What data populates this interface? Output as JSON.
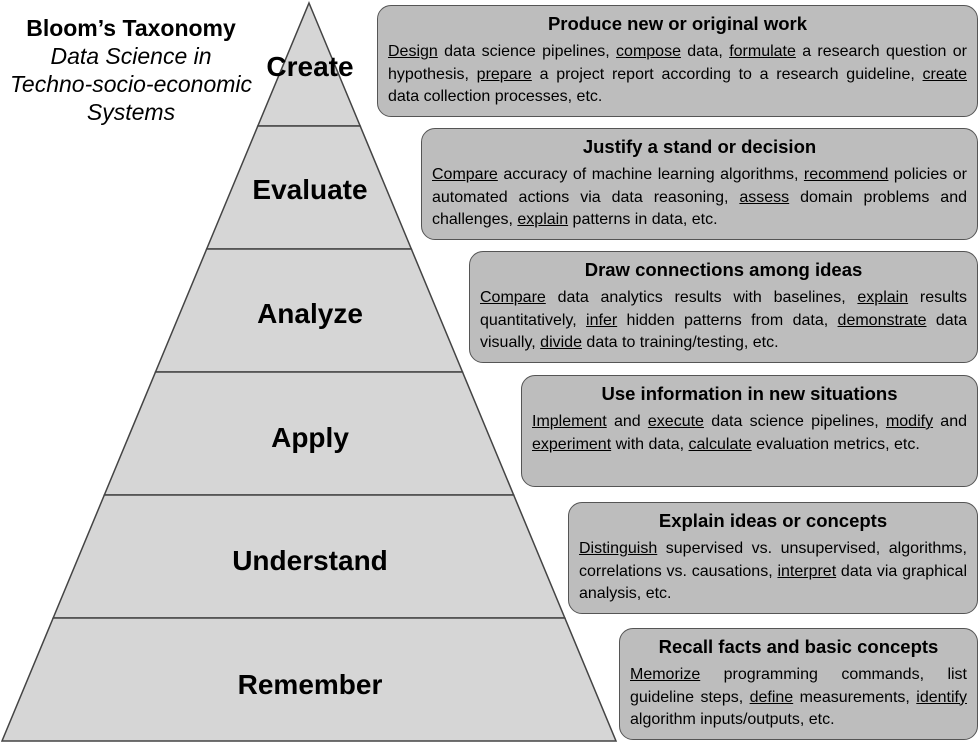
{
  "title": {
    "main": "Bloom’s Taxonomy",
    "sub": [
      "Data Science in",
      "Techno-socio-economic",
      "Systems"
    ]
  },
  "colors": {
    "pyramid_fill": "#d6d6d6",
    "pyramid_stroke": "#444444",
    "box_fill": "#bdbdbd"
  },
  "levels": [
    {
      "label": "Create",
      "heading": "Produce new or original work",
      "body": [
        {
          "t": "Design",
          "u": true
        },
        {
          "t": " data science pipelines, "
        },
        {
          "t": "compose",
          "u": true
        },
        {
          "t": " data, "
        },
        {
          "t": "formulate",
          "u": true
        },
        {
          "t": " a research question or hypothesis, "
        },
        {
          "t": "prepare",
          "u": true
        },
        {
          "t": " a project report according to a research guideline, "
        },
        {
          "t": "create",
          "u": true
        },
        {
          "t": " data collection processes, etc."
        }
      ]
    },
    {
      "label": "Evaluate",
      "heading": "Justify a stand or decision",
      "body": [
        {
          "t": "Compare",
          "u": true
        },
        {
          "t": " accuracy of machine learning algorithms, "
        },
        {
          "t": "recommend",
          "u": true
        },
        {
          "t": " policies or automated actions via data reasoning, "
        },
        {
          "t": "assess",
          "u": true
        },
        {
          "t": " domain problems and challenges, "
        },
        {
          "t": "explain",
          "u": true
        },
        {
          "t": " patterns in data, etc."
        }
      ]
    },
    {
      "label": "Analyze",
      "heading": "Draw connections among ideas",
      "body": [
        {
          "t": "Compare",
          "u": true
        },
        {
          "t": " data analytics results with baselines, "
        },
        {
          "t": "explain",
          "u": true
        },
        {
          "t": " results quantitatively, "
        },
        {
          "t": "infer",
          "u": true
        },
        {
          "t": " hidden patterns from data, "
        },
        {
          "t": "demonstrate",
          "u": true
        },
        {
          "t": " data visually, "
        },
        {
          "t": "divide",
          "u": true
        },
        {
          "t": " data to training/testing, etc."
        }
      ]
    },
    {
      "label": "Apply",
      "heading": "Use information in new situations",
      "body": [
        {
          "t": "Implement",
          "u": true
        },
        {
          "t": " and "
        },
        {
          "t": "execute",
          "u": true
        },
        {
          "t": " data science pipelines, "
        },
        {
          "t": "modify",
          "u": true
        },
        {
          "t": " and "
        },
        {
          "t": "experiment",
          "u": true
        },
        {
          "t": " with data, "
        },
        {
          "t": "calculate",
          "u": true
        },
        {
          "t": " evaluation metrics, etc."
        }
      ]
    },
    {
      "label": "Understand",
      "heading": "Explain ideas or concepts",
      "body": [
        {
          "t": "Distinguish",
          "u": true
        },
        {
          "t": " supervised vs. unsupervised, algorithms, correlations vs. causations, "
        },
        {
          "t": "interpret",
          "u": true
        },
        {
          "t": " data via graphical analysis, etc."
        }
      ]
    },
    {
      "label": "Remember",
      "heading": "Recall facts and basic concepts",
      "body": [
        {
          "t": "Memorize",
          "u": true
        },
        {
          "t": " programming commands, list guideline steps, "
        },
        {
          "t": "define",
          "u": true
        },
        {
          "t": " measurements, "
        },
        {
          "t": "identify",
          "u": true
        },
        {
          "t": " algorithm inputs/outputs, etc."
        }
      ]
    }
  ]
}
